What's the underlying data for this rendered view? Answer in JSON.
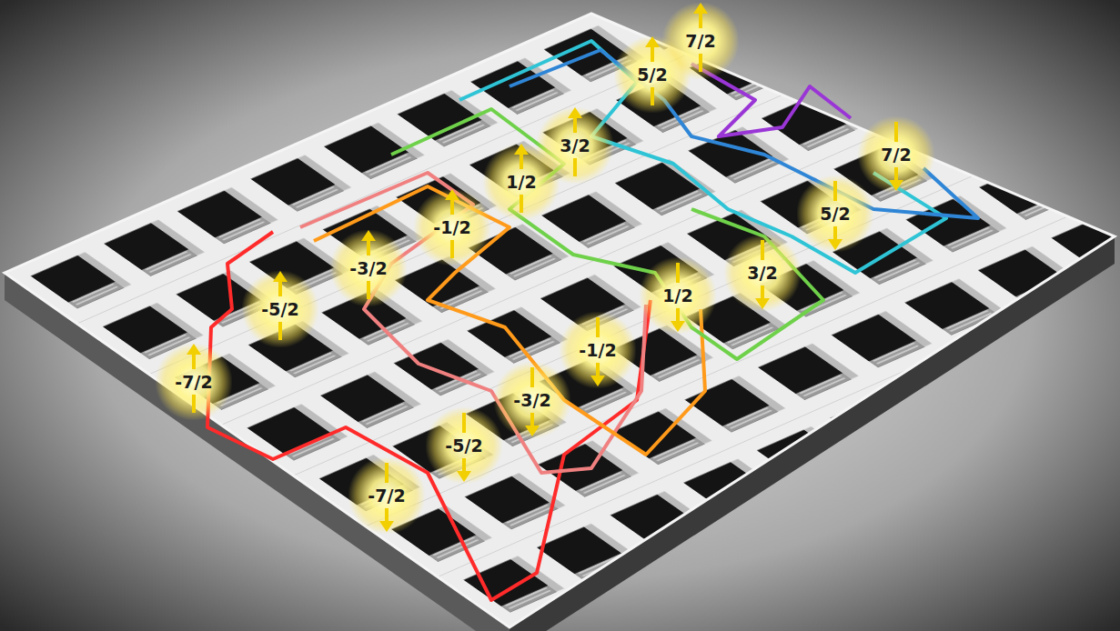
{
  "diagram": {
    "labels": [
      "7/2",
      "5/2",
      "3/2",
      "1/2",
      "-1/2",
      "-3/2",
      "-5/2",
      "-7/2",
      "7/2",
      "5/2",
      "3/2",
      "1/2",
      "-1/2",
      "-3/2",
      "-5/2",
      "-7/2"
    ]
  }
}
